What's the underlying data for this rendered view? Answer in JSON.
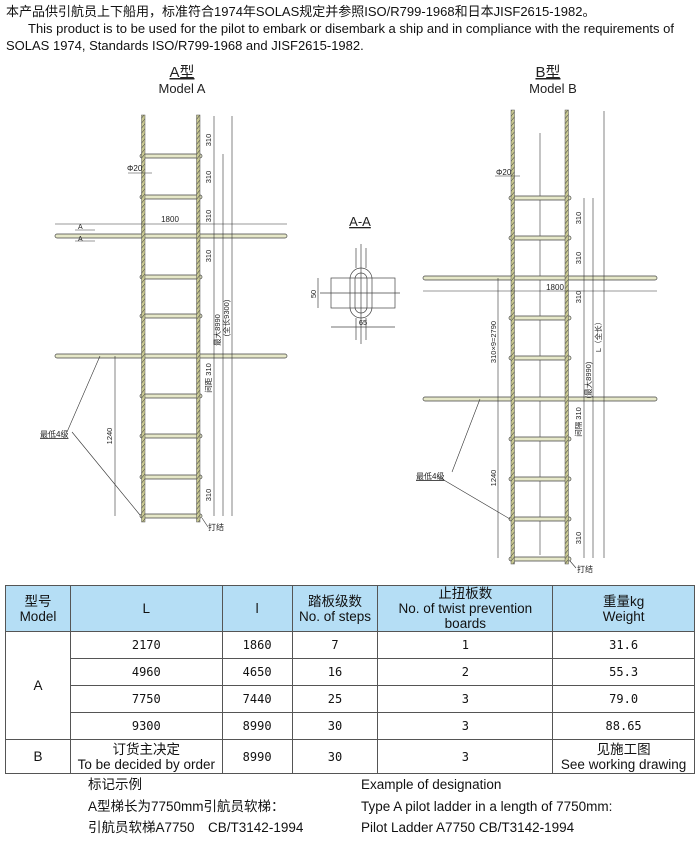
{
  "intro": {
    "zh": "本产品供引航员上下船用，标准符合1974年SOLAS规定并参照ISO/R799-1968和日本JISF2615-1982。",
    "en1": "This product is to be used for the pilot to embark or disembark a ship and in compliance  with the requirements of",
    "en2": "SOLAS 1974, Standards ISO/R799-1968 and JISF2615-1982."
  },
  "model_a": {
    "title_zh": "A型",
    "title_en": "Model A",
    "dia": "Φ20",
    "spacing": "310",
    "spreader_len": "1800",
    "section_mark": "A",
    "max_len": "最大8990",
    "total_len": "(全长9300)",
    "interval": "间距 310",
    "bottom_dim": "1240",
    "min_steps": "最低4级",
    "knot": "打结"
  },
  "section": {
    "title": "A-A",
    "height": "50",
    "width": "65"
  },
  "model_b": {
    "title_zh": "B型",
    "title_en": "Model B",
    "dia": "Φ20",
    "spacing": "310",
    "spreader_len": "1800",
    "span": "310×9=2790",
    "max_len": "(最大8990)",
    "total_len": "L（全长）",
    "interval": "间隔 310",
    "bottom_dim": "1240",
    "min_steps": "最低4级",
    "knot": "打结"
  },
  "colors": {
    "header_bg": "#b5def5",
    "rope": "#c8c890",
    "rung": "#e6e8c8"
  },
  "table": {
    "headers": [
      {
        "zh": "型号",
        "en": "Model"
      },
      {
        "zh": "L",
        "en": ""
      },
      {
        "zh": "l",
        "en": ""
      },
      {
        "zh": "踏板级数",
        "en": "No. of steps"
      },
      {
        "zh": "止扭板数",
        "en": "No. of twist prevention boards"
      },
      {
        "zh": "重量kg",
        "en": "Weight"
      }
    ],
    "model_a": "A",
    "rows_a": [
      {
        "L": "2170",
        "l": "1860",
        "steps": "7",
        "boards": "1",
        "weight": "31.6"
      },
      {
        "L": "4960",
        "l": "4650",
        "steps": "16",
        "boards": "2",
        "weight": "55.3"
      },
      {
        "L": "7750",
        "l": "7440",
        "steps": "25",
        "boards": "3",
        "weight": "79.0"
      },
      {
        "L": "9300",
        "l": "8990",
        "steps": "30",
        "boards": "3",
        "weight": "88.65"
      }
    ],
    "row_b": {
      "model": "B",
      "L_zh": "订货主决定",
      "L_en": "To be decided by order",
      "l": "8990",
      "steps": "30",
      "boards": "3",
      "weight_zh": "见施工图",
      "weight_en": "See working drawing"
    }
  },
  "designation": {
    "zh_title": "标记示例",
    "zh_line1": "A型梯长为7750mm引航员软梯：",
    "zh_line2": "引航员软梯A7750　CB/T3142-1994",
    "en_title": "Example of designation",
    "en_line1": "Type A pilot ladder in a length of 7750mm:",
    "en_line2": "Pilot Ladder A7750 CB/T3142-1994"
  }
}
